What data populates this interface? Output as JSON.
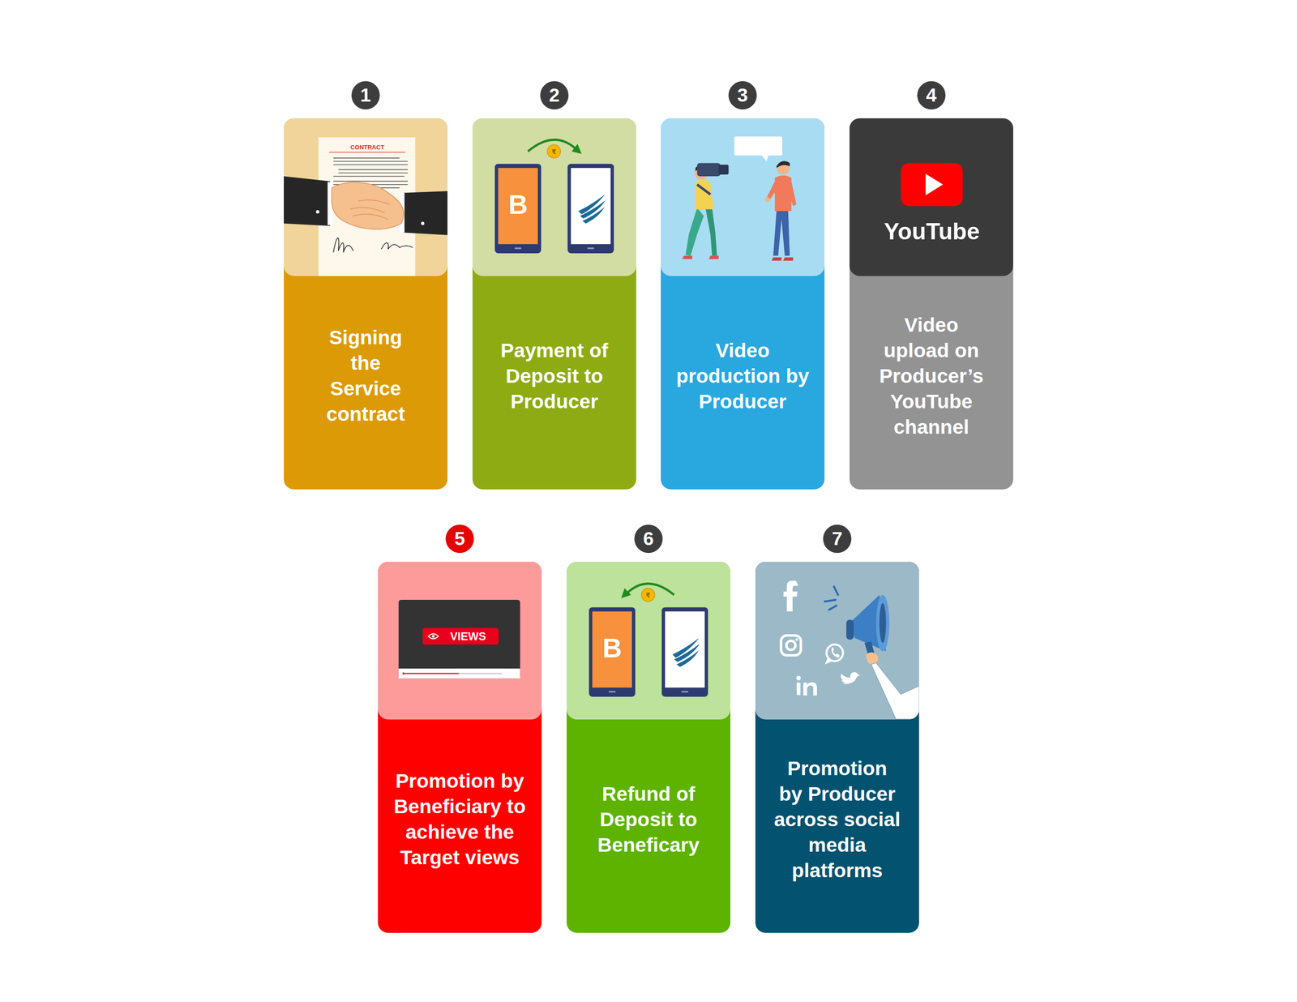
{
  "diagram": {
    "nodes": [
      {
        "text": [
          "1",
          "Signing the Service contract"
        ]
      },
      {
        "text": [
          "2",
          "Payment of Deposit to Producer"
        ]
      },
      {
        "text": [
          "3",
          "Video production by Producer"
        ]
      },
      {
        "text": [
          "4",
          "Video upload on Producer’s YouTube channel"
        ]
      },
      {
        "text": [
          "5",
          "Promotion by Beneficiary to achieve the Target views"
        ]
      },
      {
        "text": [
          "6",
          "Refund of Deposit to Beneficary"
        ]
      },
      {
        "text": [
          "7",
          "Promotion by Producer across social media platforms"
        ]
      }
    ],
    "labels": [
      "CONTRACT",
      "B",
      "₹",
      "YouTube",
      "VIEWS",
      "B",
      "₹"
    ]
  }
}
